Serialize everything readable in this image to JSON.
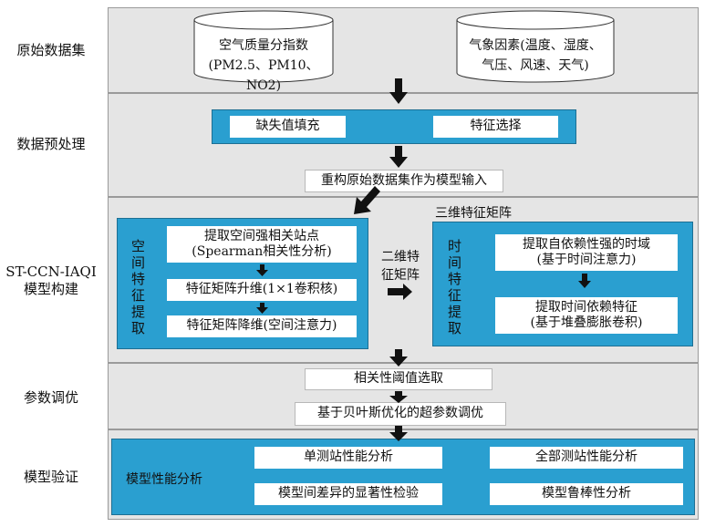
{
  "stages": [
    {
      "key": "raw",
      "label": "原始数据集"
    },
    {
      "key": "prep",
      "label": "数据预处理"
    },
    {
      "key": "model",
      "label": "ST-CCN-IAQI\n模型构建"
    },
    {
      "key": "tune",
      "label": "参数调优"
    },
    {
      "key": "verify",
      "label": "模型验证"
    }
  ],
  "raw": {
    "air_quality_title": "空气质量分指数",
    "air_quality_vars": "(PM2.5、PM10、NO2)",
    "meteo_line1": "气象因素(温度、湿度、",
    "meteo_line2": "气压、风速、天气)"
  },
  "prep": {
    "missing_fill": "缺失值填充",
    "feature_select": "特征选择",
    "reconstruct": "重构原始数据集作为模型输入"
  },
  "model": {
    "spatial_label": "空间特征提取",
    "spatial_step1_line1": "提取空间强相关站点",
    "spatial_step1_line2": "(Spearman相关性分析)",
    "spatial_step2": "特征矩阵升维(1×1卷积核)",
    "spatial_step3": "特征矩阵降维(空间注意力)",
    "matrix_2d_line1": "二维特",
    "matrix_2d_line2": "征矩阵",
    "matrix_3d": "三维特征矩阵",
    "temporal_label": "时间特征提取",
    "temporal_step1_line1": "提取自依赖性强的时域",
    "temporal_step1_line2": "(基于时间注意力)",
    "temporal_step2_line1": "提取时间依赖特征",
    "temporal_step2_line2": "(基于堆叠膨胀卷积)"
  },
  "tune": {
    "threshold": "相关性阈值选取",
    "bayes": "基于贝叶斯优化的超参数调优"
  },
  "verify": {
    "analysis_label": "模型性能分析",
    "single_station": "单测站性能分析",
    "all_stations": "全部测站性能分析",
    "significance": "模型间差异的显著性检验",
    "robustness": "模型鲁棒性分析"
  },
  "colors": {
    "stage_bg": "#e5e5e5",
    "blue": "#2a9fd0",
    "arrow": "#111111"
  }
}
